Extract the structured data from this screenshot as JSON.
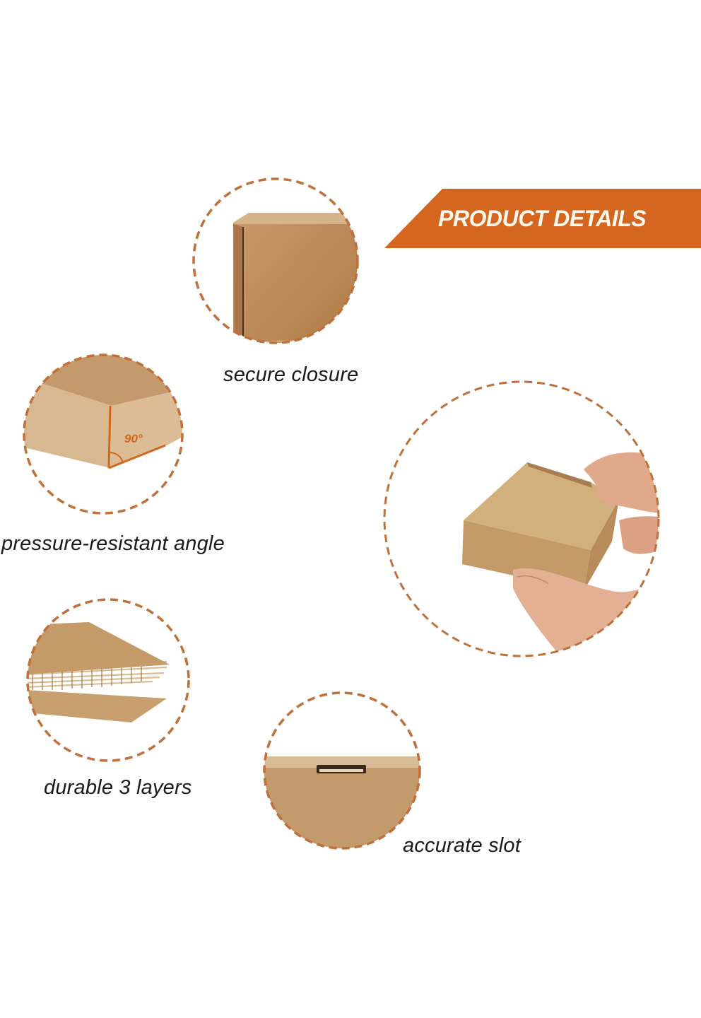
{
  "banner": {
    "title": "PRODUCT DETAILS",
    "color": "#d4661f"
  },
  "accent_color": "#c0703a",
  "features": [
    {
      "id": "secure-closure",
      "label": "secure closure"
    },
    {
      "id": "pressure-resistant-angle",
      "label": "pressure-resistant angle",
      "angle_label": "90°"
    },
    {
      "id": "box-in-hands",
      "label": ""
    },
    {
      "id": "durable-3-layers",
      "label": "durable 3 layers"
    },
    {
      "id": "accurate-slot",
      "label": "accurate slot"
    }
  ]
}
